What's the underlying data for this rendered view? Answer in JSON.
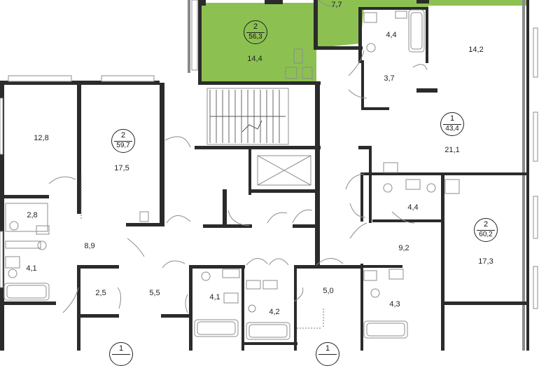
{
  "colors": {
    "highlight": "#8cc152",
    "highlight_dark": "#5a9b2a",
    "wall": "#2b2b2b"
  },
  "apartments": [
    {
      "id": "apt-highlighted",
      "rooms": "2",
      "total": "56,3",
      "highlighted": true
    },
    {
      "id": "apt-left",
      "rooms": "2",
      "total": "59,7",
      "highlighted": false
    },
    {
      "id": "apt-right-top",
      "rooms": "1",
      "total": "43,4",
      "highlighted": false
    },
    {
      "id": "apt-right-bottom",
      "rooms": "2",
      "total": "60,2",
      "highlighted": false
    },
    {
      "id": "apt-bottom-left",
      "rooms": "1",
      "total": "",
      "highlighted": false
    },
    {
      "id": "apt-bottom-center",
      "rooms": "1",
      "total": "",
      "highlighted": false
    }
  ],
  "rooms": {
    "r_7_7": "7,7",
    "r_14_4": "14,4",
    "r_4_4a": "4,4",
    "r_14_2": "14,2",
    "r_3_7": "3,7",
    "r_12_8": "12,8",
    "r_17_5": "17,5",
    "r_21_1": "21,1",
    "r_2_8": "2,8",
    "r_4_4b": "4,4",
    "r_8_9": "8,9",
    "r_9_2": "9,2",
    "r_17_3": "17,3",
    "r_4_1a": "4,1",
    "r_2_5": "2,5",
    "r_5_5": "5,5",
    "r_4_1b": "4,1",
    "r_4_2": "4,2",
    "r_5_0": "5,0",
    "r_4_3": "4,3"
  }
}
